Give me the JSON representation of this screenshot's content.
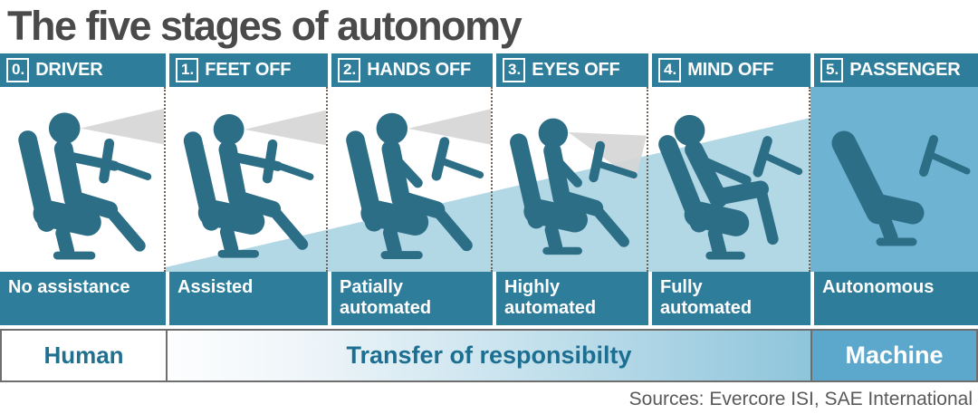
{
  "title": "The five stages of autonomy",
  "sources": "Sources: Evercore ISI, SAE International",
  "stages": [
    {
      "number": "0.",
      "header": "DRIVER",
      "label": "No assistance",
      "icon": "person-driving-icon"
    },
    {
      "number": "1.",
      "header": "FEET OFF",
      "label": "Assisted",
      "icon": "person-driving-icon"
    },
    {
      "number": "2.",
      "header": "HANDS OFF",
      "label": "Patially\nautomated",
      "icon": "person-hands-off-icon"
    },
    {
      "number": "3.",
      "header": "EYES OFF",
      "label": "Highly\nautomated",
      "icon": "person-eyes-off-icon"
    },
    {
      "number": "4.",
      "header": "MIND OFF",
      "label": "Fully\nautomated",
      "icon": "person-reclined-icon"
    },
    {
      "number": "5.",
      "header": "PASSENGER",
      "label": "Autonomous",
      "icon": "empty-seat-icon"
    }
  ],
  "footer": {
    "human": "Human",
    "transfer": "Transfer of responsibilty",
    "machine": "Machine"
  },
  "colors": {
    "bar_teal": "#2d7d9b",
    "figure_teal": "#2d6e87",
    "wedge_blue": "#b2d7e5",
    "stage5_blue": "#6fb3d3",
    "machine_blue": "#5ba8cc",
    "cone_gray": "#d6d6d6",
    "title_gray": "#4a4a4a",
    "human_text": "#20718f"
  }
}
